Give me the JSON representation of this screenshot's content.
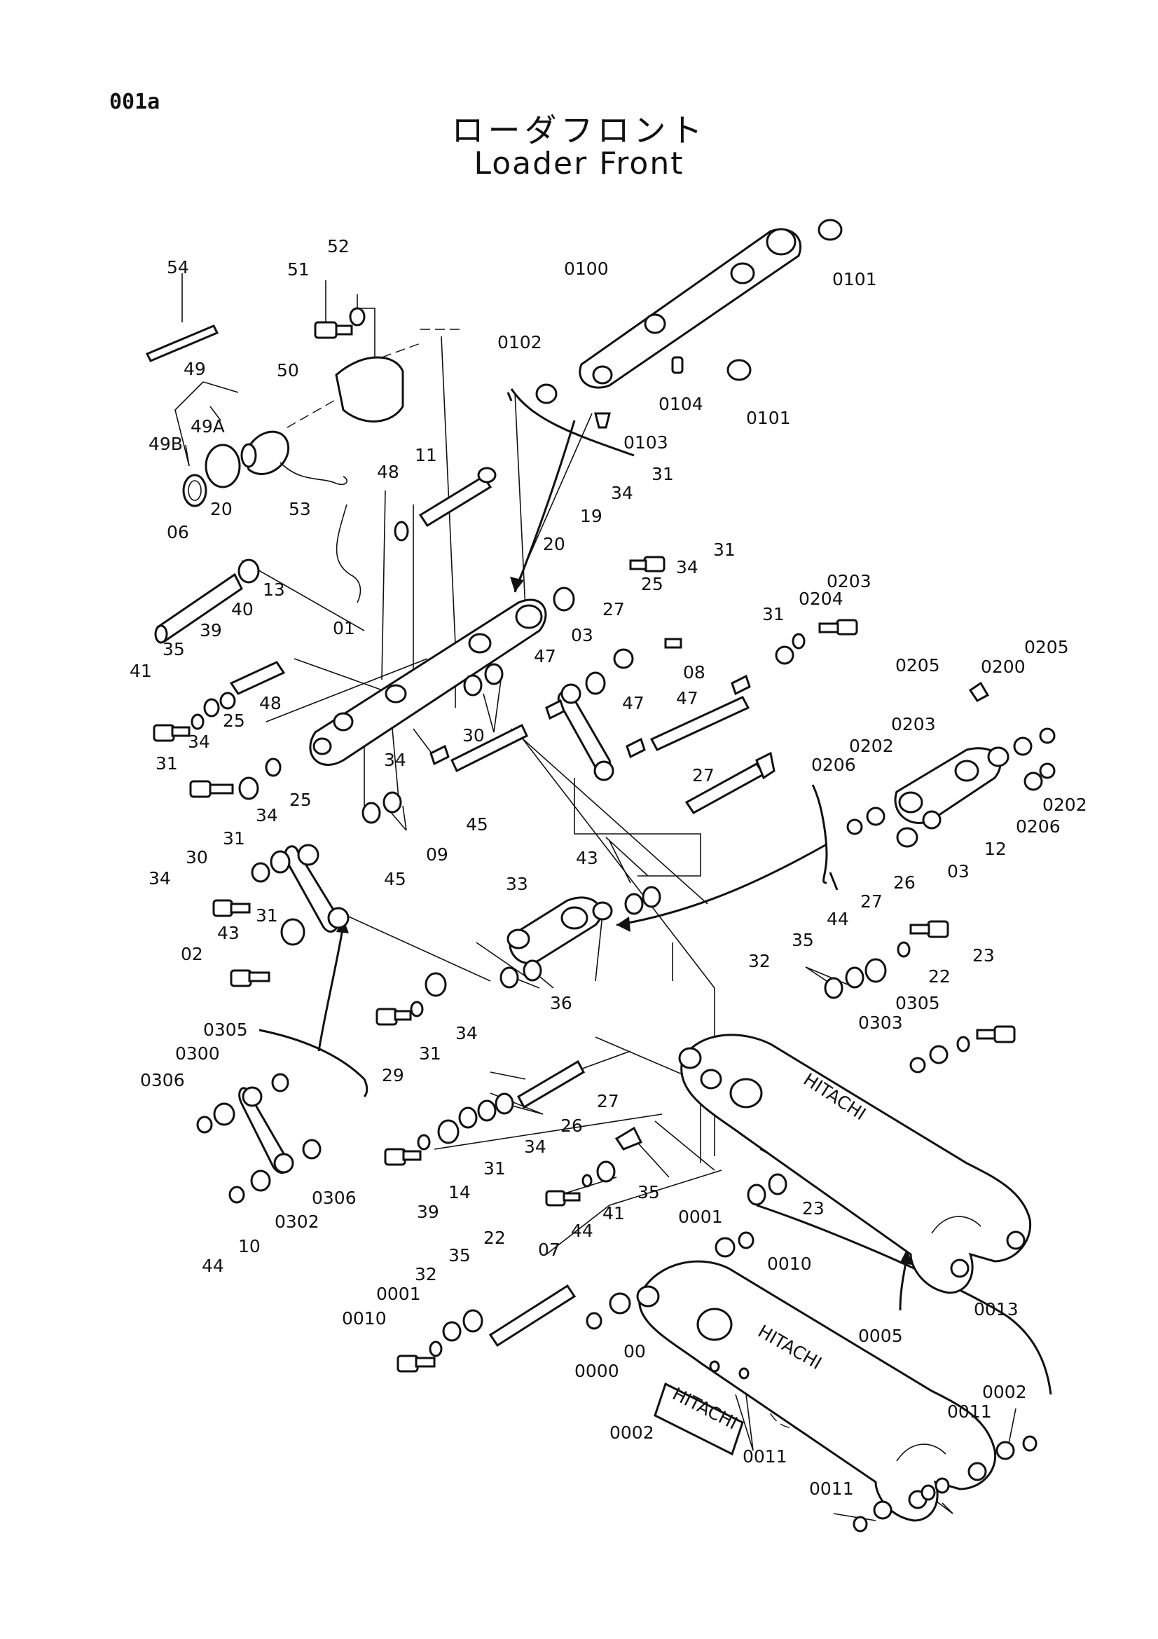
{
  "page_code": "001a",
  "title_jp": "ローダフロント",
  "title_en": "Loader Front",
  "brand_marks": [
    "HITACHI",
    "HITACHI",
    "HITACHI"
  ],
  "part_labels": [
    "54",
    "52",
    "51",
    "50",
    "49",
    "49A",
    "49B",
    "48",
    "11",
    "53",
    "06",
    "20",
    "13",
    "41",
    "35",
    "39",
    "40",
    "01",
    "25",
    "48",
    "31",
    "34",
    "0100",
    "0101",
    "0102",
    "0104",
    "0101",
    "0103",
    "31",
    "34",
    "19",
    "20",
    "25",
    "27",
    "31",
    "34",
    "03",
    "47",
    "47",
    "08",
    "47",
    "09",
    "45",
    "45",
    "30",
    "34",
    "31",
    "0204",
    "0203",
    "0205",
    "0200",
    "0205",
    "0203",
    "0206",
    "0202",
    "0202",
    "0206",
    "12",
    "03",
    "27",
    "25",
    "34",
    "31",
    "30",
    "34",
    "31",
    "43",
    "02",
    "43",
    "33",
    "36",
    "29",
    "31",
    "34",
    "26",
    "27",
    "44",
    "35",
    "32",
    "22",
    "23",
    "0305",
    "0303",
    "0305",
    "0300",
    "0306",
    "0302",
    "0306",
    "10",
    "44",
    "27",
    "26",
    "34",
    "31",
    "14",
    "39",
    "35",
    "41",
    "44",
    "07",
    "23",
    "22",
    "35",
    "32",
    "0001",
    "0010",
    "0001",
    "0010",
    "00",
    "0000",
    "0013",
    "0005",
    "0011",
    "0002",
    "0002",
    "0011",
    "0011"
  ]
}
